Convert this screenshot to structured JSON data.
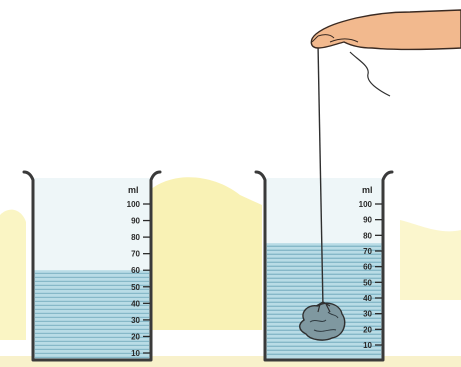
{
  "beakers": [
    {
      "id": "left",
      "unit": "ml",
      "scale_labels": [
        "100",
        "90",
        "80",
        "70",
        "60",
        "50",
        "40",
        "30",
        "20",
        "10"
      ],
      "water_level_ml": 60,
      "has_stone": false
    },
    {
      "id": "right",
      "unit": "ml",
      "scale_labels": [
        "100",
        "90",
        "80",
        "70",
        "60",
        "50",
        "40",
        "30",
        "20",
        "10"
      ],
      "water_level_ml": 75,
      "has_stone": true
    }
  ],
  "colors": {
    "water": "#b9dce6",
    "water_lines": "#4e8fa6",
    "glass_outline": "#3a3a3a",
    "glass_tint": "#eef6f8",
    "stone": "#7f98a0",
    "hand": "#f2b98e",
    "yellow_wash": "#f7ee9c"
  },
  "icons": [
    "hand-icon",
    "stone-icon",
    "thread-icon"
  ]
}
